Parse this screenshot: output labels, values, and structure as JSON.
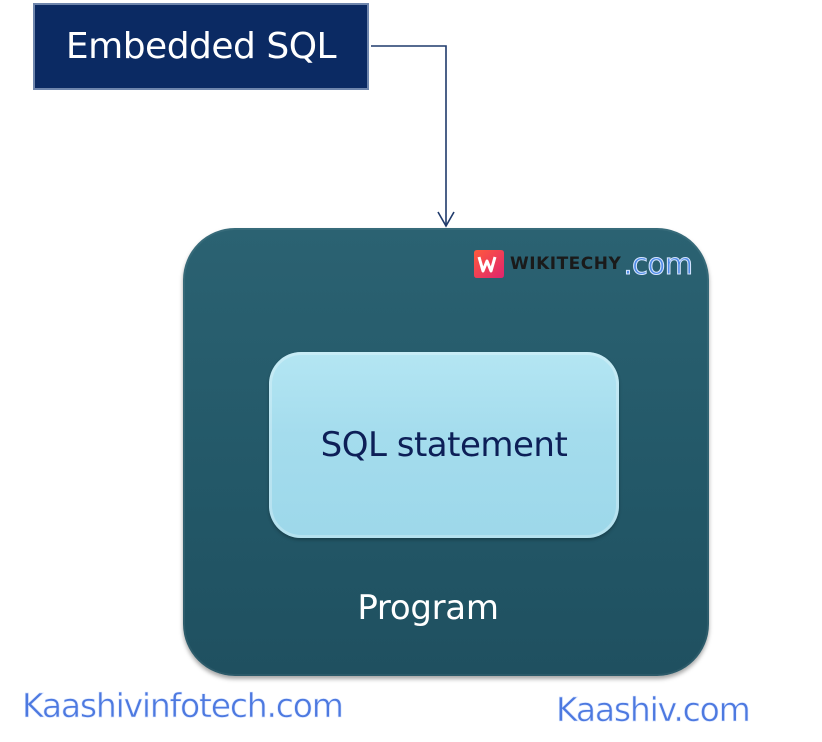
{
  "diagram": {
    "top_box_label": "Embedded SQL",
    "inner_box_label": "SQL statement",
    "outer_box_label": "Program"
  },
  "watermark": {
    "brand": "WIKITECHY",
    "tld": ".com"
  },
  "footer": {
    "left_site": "Kaashivinfotech.com",
    "right_site": "Kaashiv.com"
  },
  "colors": {
    "top_box_fill": "#0b2a63",
    "outer_box_fill": "#235868",
    "inner_box_fill": "#a4dced",
    "inner_text": "#0d1f57",
    "footer_text": "#4d79e0",
    "connector": "#1f3a6b"
  }
}
